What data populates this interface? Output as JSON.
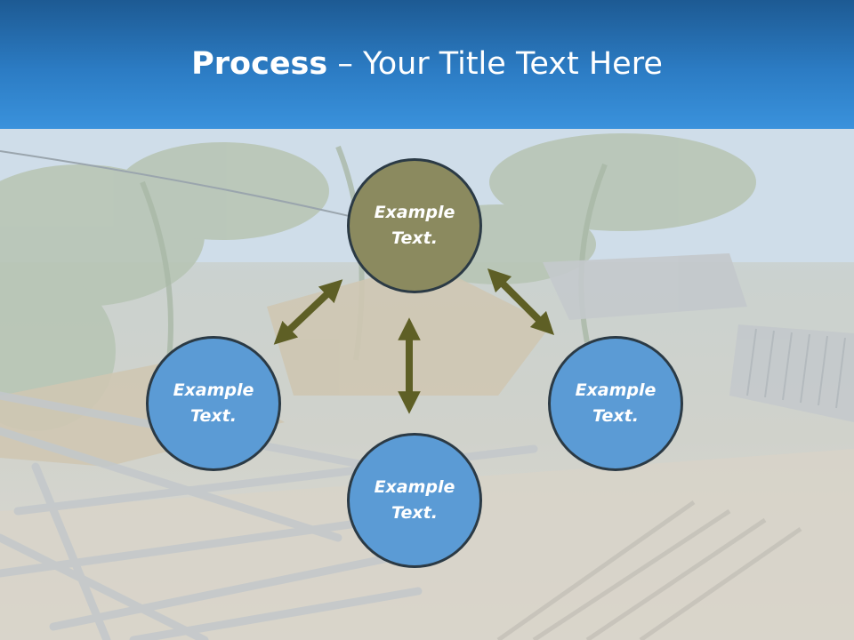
{
  "slide": {
    "title_bold": "Process",
    "title_rest": " – Your Title Text Here"
  },
  "diagram": {
    "center_node": {
      "label": "Example\nText.",
      "color": "#8b8a5f"
    },
    "left_node": {
      "label": "Example\nText.",
      "color": "#5b9bd5"
    },
    "bottom_node": {
      "label": "Example\nText.",
      "color": "#5b9bd5"
    },
    "right_node": {
      "label": "Example\nText.",
      "color": "#5b9bd5"
    },
    "arrow_color": "#5e5f25"
  },
  "colors": {
    "header_dark": "#1d5a93",
    "header_light": "#3a92dc",
    "node_border": "#2b3a45"
  }
}
